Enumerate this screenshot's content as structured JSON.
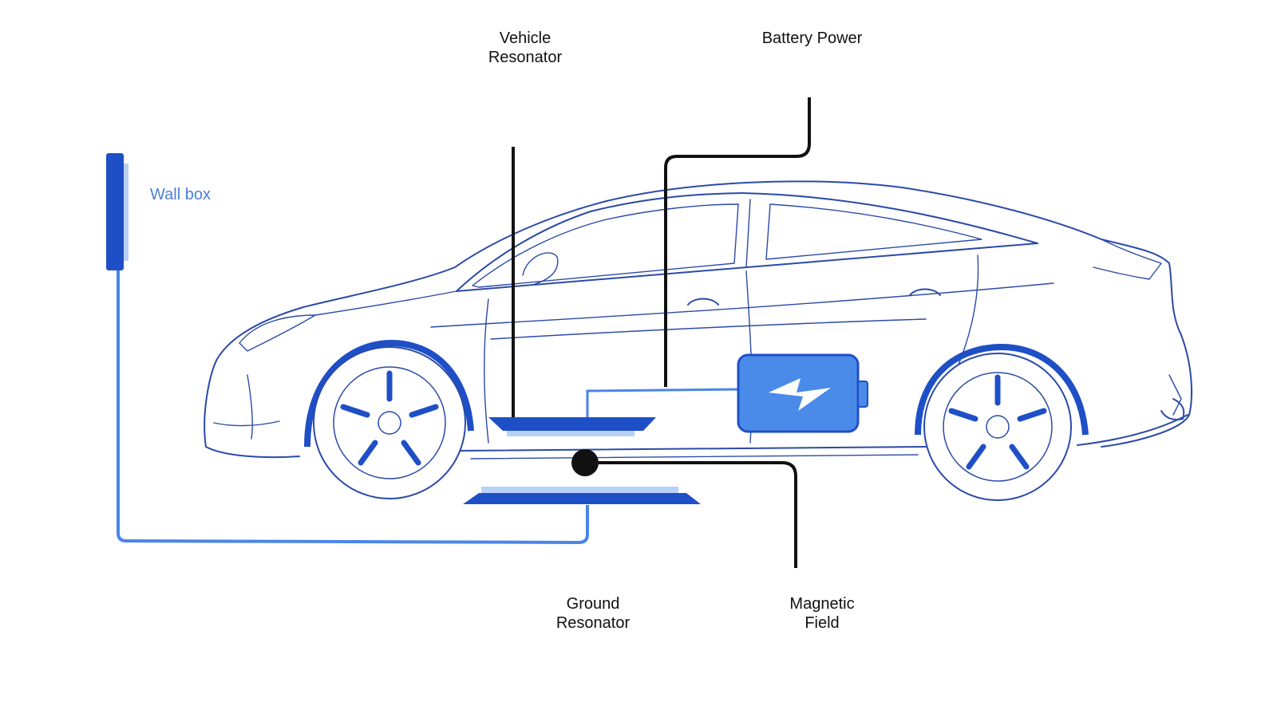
{
  "labels": {
    "vehicle_resonator": [
      "Vehicle",
      "Resonator"
    ],
    "battery_power": "Battery Power",
    "wall_box": "Wall box",
    "ground_resonator": [
      "Ground",
      "Resonator"
    ],
    "magnetic_field": [
      "Magnetic",
      "Field"
    ]
  },
  "colors": {
    "outline": "#2b4aa8",
    "cable": "#4a86e8",
    "battery_fill": "#4a8bea",
    "pad_dark": "#1f4fc6",
    "pad_light": "#b9d0f7",
    "leader": "#111111"
  },
  "icons": {
    "battery": "battery-bolt-icon",
    "wall_box": "wall-box-icon"
  }
}
